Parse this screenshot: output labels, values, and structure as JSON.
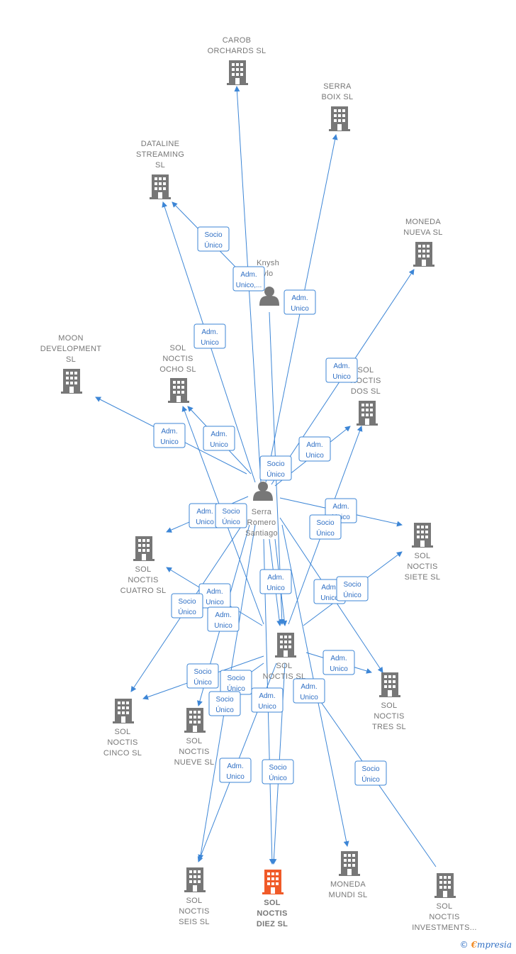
{
  "colors": {
    "edge": "#3d86d6",
    "building": "#777777",
    "highlight": "#f05a28",
    "person": "#777777"
  },
  "nodes": [
    {
      "id": "carob",
      "type": "company",
      "label": [
        "CAROB",
        "ORCHARDS  SL"
      ]
    },
    {
      "id": "serra_boix",
      "type": "company",
      "label": [
        "SERRA",
        "BOIX  SL"
      ]
    },
    {
      "id": "dataline",
      "type": "company",
      "label": [
        "DATALINE",
        "STREAMING",
        "SL"
      ]
    },
    {
      "id": "moneda_nueva",
      "type": "company",
      "label": [
        "MONEDA",
        "NUEVA SL"
      ]
    },
    {
      "id": "knysh",
      "type": "person",
      "label": [
        "Knysh",
        "ylo"
      ]
    },
    {
      "id": "moon",
      "type": "company",
      "label": [
        "MOON",
        "DEVELOPMENT",
        "SL"
      ]
    },
    {
      "id": "ocho",
      "type": "company",
      "label": [
        "SOL",
        "NOCTIS",
        "OCHO  SL"
      ]
    },
    {
      "id": "dos",
      "type": "company",
      "label": [
        "SOL",
        "NOCTIS",
        "DOS  SL"
      ]
    },
    {
      "id": "serra",
      "type": "person",
      "label": [
        "Serra",
        "Romero",
        "Santiago"
      ]
    },
    {
      "id": "cuatro",
      "type": "company",
      "label": [
        "SOL",
        "NOCTIS",
        "CUATRO  SL"
      ]
    },
    {
      "id": "siete",
      "type": "company",
      "label": [
        "SOL",
        "NOCTIS",
        "SIETE  SL"
      ]
    },
    {
      "id": "sol_noctis",
      "type": "company",
      "label": [
        "SOL",
        "NOCTIS  SL"
      ]
    },
    {
      "id": "tres",
      "type": "company",
      "label": [
        "SOL",
        "NOCTIS",
        "TRES  SL"
      ]
    },
    {
      "id": "cinco",
      "type": "company",
      "label": [
        "SOL",
        "NOCTIS",
        "CINCO  SL"
      ]
    },
    {
      "id": "nueve",
      "type": "company",
      "label": [
        "SOL",
        "NOCTIS",
        "NUEVE  SL"
      ]
    },
    {
      "id": "seis",
      "type": "company",
      "label": [
        "SOL",
        "NOCTIS",
        "SEIS  SL"
      ]
    },
    {
      "id": "diez",
      "type": "company",
      "highlight": true,
      "label": [
        "SOL",
        "NOCTIS",
        "DIEZ  SL"
      ]
    },
    {
      "id": "moneda_mundi",
      "type": "company",
      "label": [
        "MONEDA",
        "MUNDI SL"
      ]
    },
    {
      "id": "investments",
      "type": "company",
      "label": [
        "SOL",
        "NOCTIS",
        "INVESTMENTS..."
      ]
    }
  ],
  "edge_labels": [
    {
      "id": "e1",
      "text": [
        "Socio",
        "Único"
      ]
    },
    {
      "id": "e2",
      "text": [
        "Adm.",
        "Unico,..."
      ]
    },
    {
      "id": "e3",
      "text": [
        "Adm.",
        "Unico"
      ]
    },
    {
      "id": "e4",
      "text": [
        "Adm.",
        "Unico"
      ]
    },
    {
      "id": "e5",
      "text": [
        "Adm.",
        "Unico"
      ]
    },
    {
      "id": "e6",
      "text": [
        "Adm.",
        "Unico"
      ]
    },
    {
      "id": "e7",
      "text": [
        "Adm.",
        "Unico"
      ]
    },
    {
      "id": "e8",
      "text": [
        "Adm.",
        "Unico"
      ]
    },
    {
      "id": "e9",
      "text": [
        "Socio",
        "Único"
      ]
    },
    {
      "id": "e10",
      "text": [
        "Adm.",
        "Unico"
      ]
    },
    {
      "id": "e11",
      "text": [
        "Socio",
        "Único"
      ]
    },
    {
      "id": "e12",
      "text": [
        "Adm.",
        "Unico"
      ]
    },
    {
      "id": "e13",
      "text": [
        "Socio",
        "Único"
      ]
    },
    {
      "id": "e14",
      "text": [
        "Adm.",
        "Unico"
      ]
    },
    {
      "id": "e15",
      "text": [
        "Adm.",
        "Unico"
      ]
    },
    {
      "id": "e16",
      "text": [
        "Socio",
        "Único"
      ]
    },
    {
      "id": "e17",
      "text": [
        "Adm.",
        "Unico"
      ]
    },
    {
      "id": "e18",
      "text": [
        "Socio",
        "Único"
      ]
    },
    {
      "id": "e19",
      "text": [
        "Adm.",
        "Unico"
      ]
    },
    {
      "id": "e20",
      "text": [
        "Adm.",
        "Unico"
      ]
    },
    {
      "id": "e21",
      "text": [
        "Socio",
        "Único"
      ]
    },
    {
      "id": "e22",
      "text": [
        "Socio",
        "Único"
      ]
    },
    {
      "id": "e23",
      "text": [
        "Socio",
        "Único"
      ]
    },
    {
      "id": "e24",
      "text": [
        "Adm.",
        "Unico"
      ]
    },
    {
      "id": "e25",
      "text": [
        "Adm.",
        "Unico"
      ]
    },
    {
      "id": "e26",
      "text": [
        "Adm.",
        "Unico"
      ]
    },
    {
      "id": "e27",
      "text": [
        "Socio",
        "Único"
      ]
    },
    {
      "id": "e28",
      "text": [
        "Socio",
        "Único"
      ]
    },
    {
      "id": "e29",
      "text": [
        "Socio",
        "Único"
      ]
    }
  ],
  "watermark": {
    "copyright": "©",
    "brand_initial": "€",
    "brand_rest": "mpresia"
  }
}
